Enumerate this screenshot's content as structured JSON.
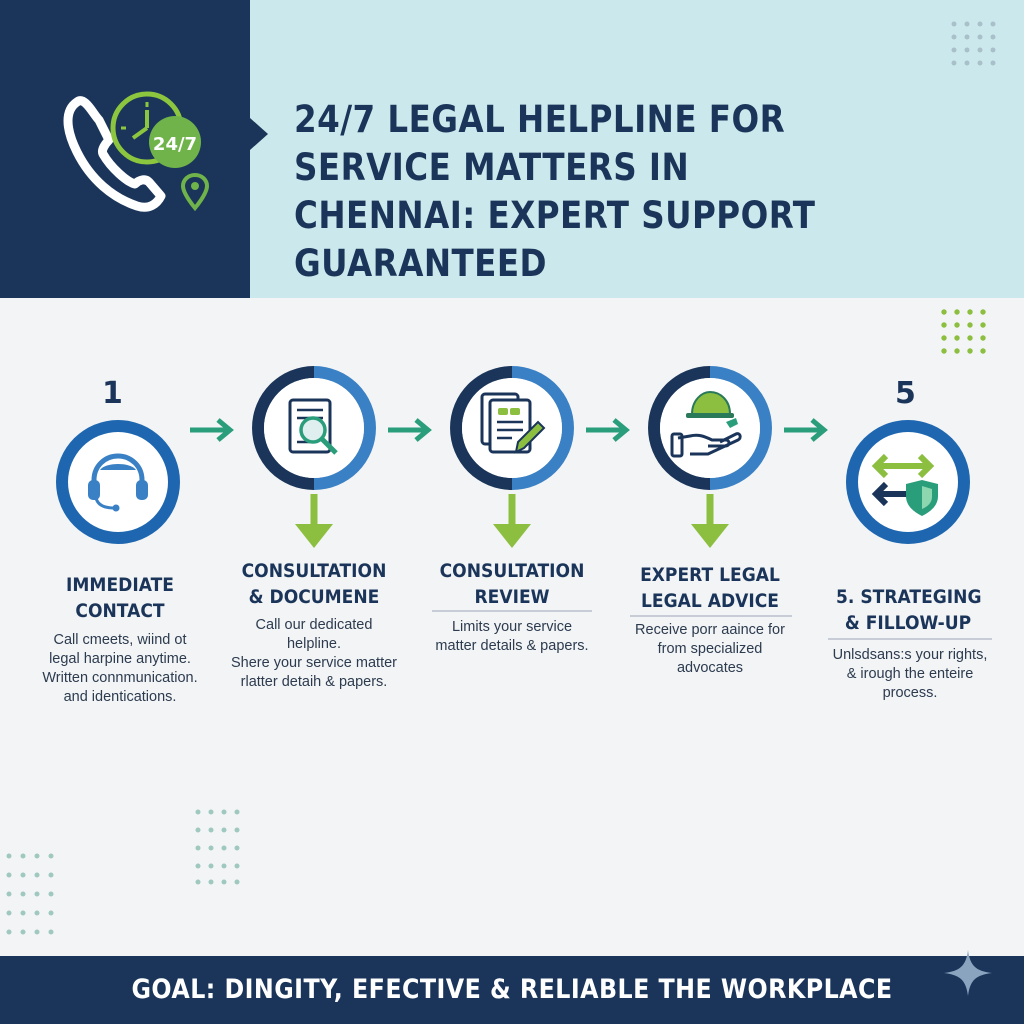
{
  "header": {
    "title": "24/7 LEGAL HELPLINE FOR SERVICE MATTERS IN CHENNAI: EXPERT SUPPORT GUARANTEED",
    "badge_text": "24/7",
    "icon": "phone-clock-icon"
  },
  "steps": [
    {
      "number": "1",
      "title_line1": "IMMEDIATE",
      "title_line2": "CONTACT",
      "desc": [
        "Call cmeets, wiind ot",
        "legal harpine anytime.",
        "Written connmunication.",
        "and identications."
      ],
      "icon": "headset-icon"
    },
    {
      "number": "",
      "title_line1": "CONSULTATION",
      "title_line2": "& DOCUMENE",
      "desc": [
        "Call our dedicated",
        "helpline.",
        "Shere your service matter",
        "rlatter detaih & papers."
      ],
      "icon": "document-search-icon"
    },
    {
      "number": "",
      "title_line1": "CONSULTATION",
      "title_line2": "REVIEW",
      "desc": [
        "Limits your service",
        "matter details & papers."
      ],
      "icon": "document-edit-icon"
    },
    {
      "number": "",
      "title_line1": "EXPERT LEGAL",
      "title_line2": "LEGAL ADVICE",
      "desc": [
        "Receive porr aaince for",
        "from specialized",
        "advocates"
      ],
      "icon": "helmet-hand-icon"
    },
    {
      "number": "5",
      "title_line1": "5. STRATEGING",
      "title_line2": "& FILLOW-UP",
      "desc": [
        "Unlsdsans:s your rights,",
        "& irough the enteire",
        "process."
      ],
      "icon": "arrows-shield-icon"
    }
  ],
  "footer": {
    "text": "GOAL: DINGITY, EFECTIVE & RELIABLE THE WORKPLACE"
  },
  "colors": {
    "navy": "#1b355a",
    "blue": "#3a80c4",
    "teal": "#2a9d7a",
    "green": "#8cbf3f",
    "light_teal": "#cbe9ec"
  }
}
